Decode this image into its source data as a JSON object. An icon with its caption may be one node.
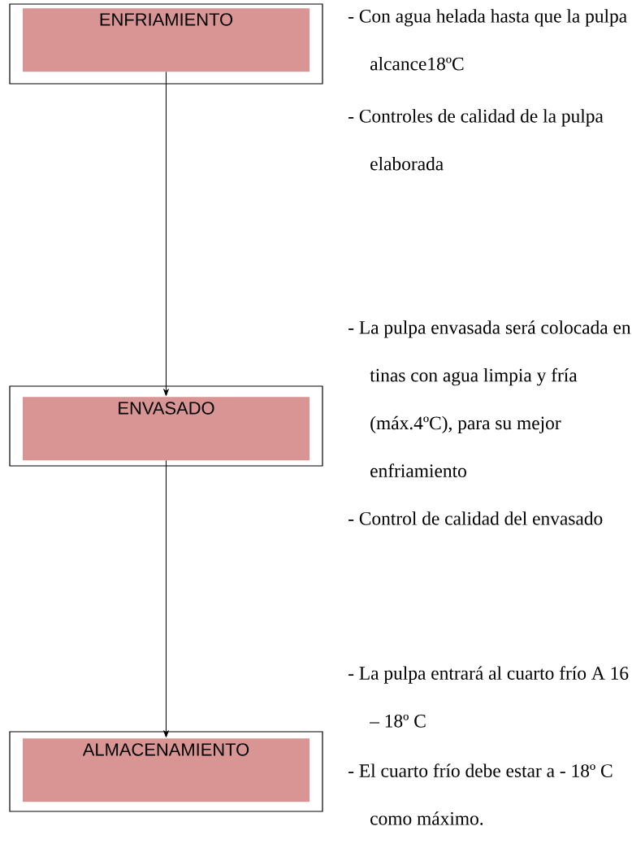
{
  "diagram": {
    "nodes": [
      {
        "text": [
          "ENFRIAMIENTO"
        ],
        "beside": [
          "- Con agua helada hasta que la pulpa alcance18ºC",
          "- Controles de calidad de la pulpa elaborada"
        ]
      },
      {
        "text": [
          "ENVASADO"
        ],
        "beside": [
          "- La pulpa envasada será colocada en tinas con agua limpia y fría (máx.4ºC), para su mejor enfriamiento",
          "- Control de calidad del envasado"
        ]
      },
      {
        "text": [
          "ALMACENAMIENTO"
        ],
        "beside": [
          "- La pulpa entrará al cuarto frío A 16 – 18º C",
          "- El cuarto frío debe estar a - 18º C como máximo."
        ]
      }
    ],
    "edges": [
      {
        "from": 0,
        "to": 1,
        "arrow": "to"
      },
      {
        "from": 1,
        "to": 2,
        "arrow": "to"
      }
    ]
  }
}
